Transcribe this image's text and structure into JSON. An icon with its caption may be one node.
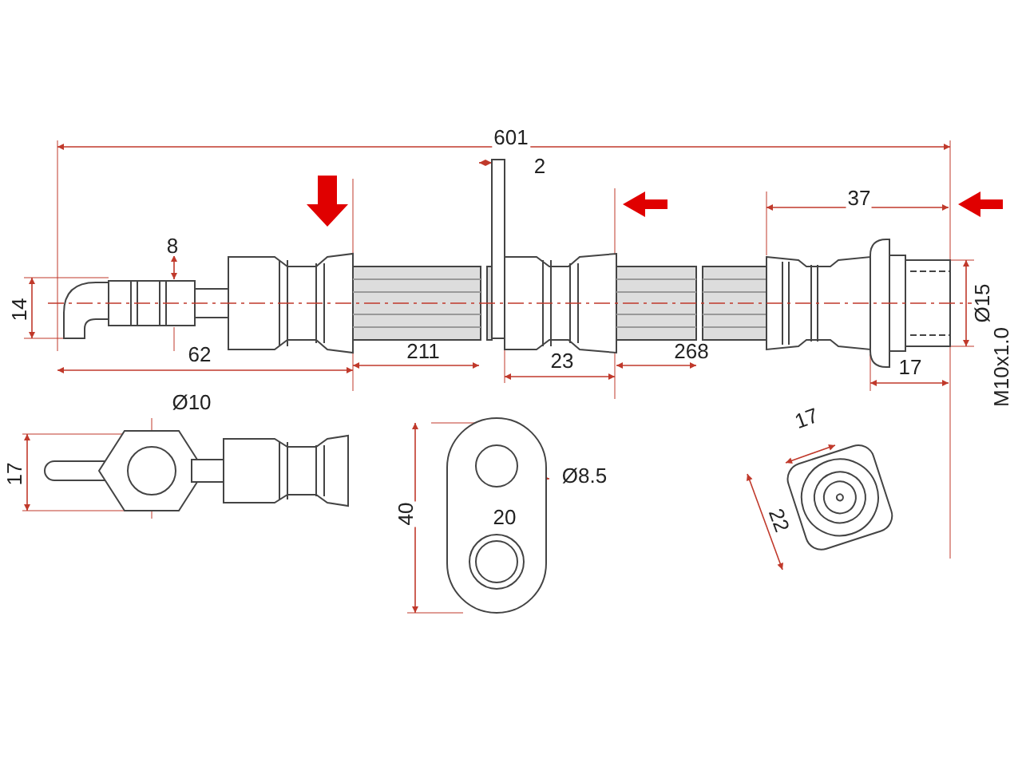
{
  "diagram": {
    "labels": [
      "601",
      "2",
      "37",
      "8",
      "14",
      "Ø15",
      "62",
      "211",
      "23",
      "268",
      "17",
      "M10x1.0",
      "Ø10",
      "17",
      "17",
      "Ø8.5",
      "40",
      "20",
      "22"
    ]
  }
}
